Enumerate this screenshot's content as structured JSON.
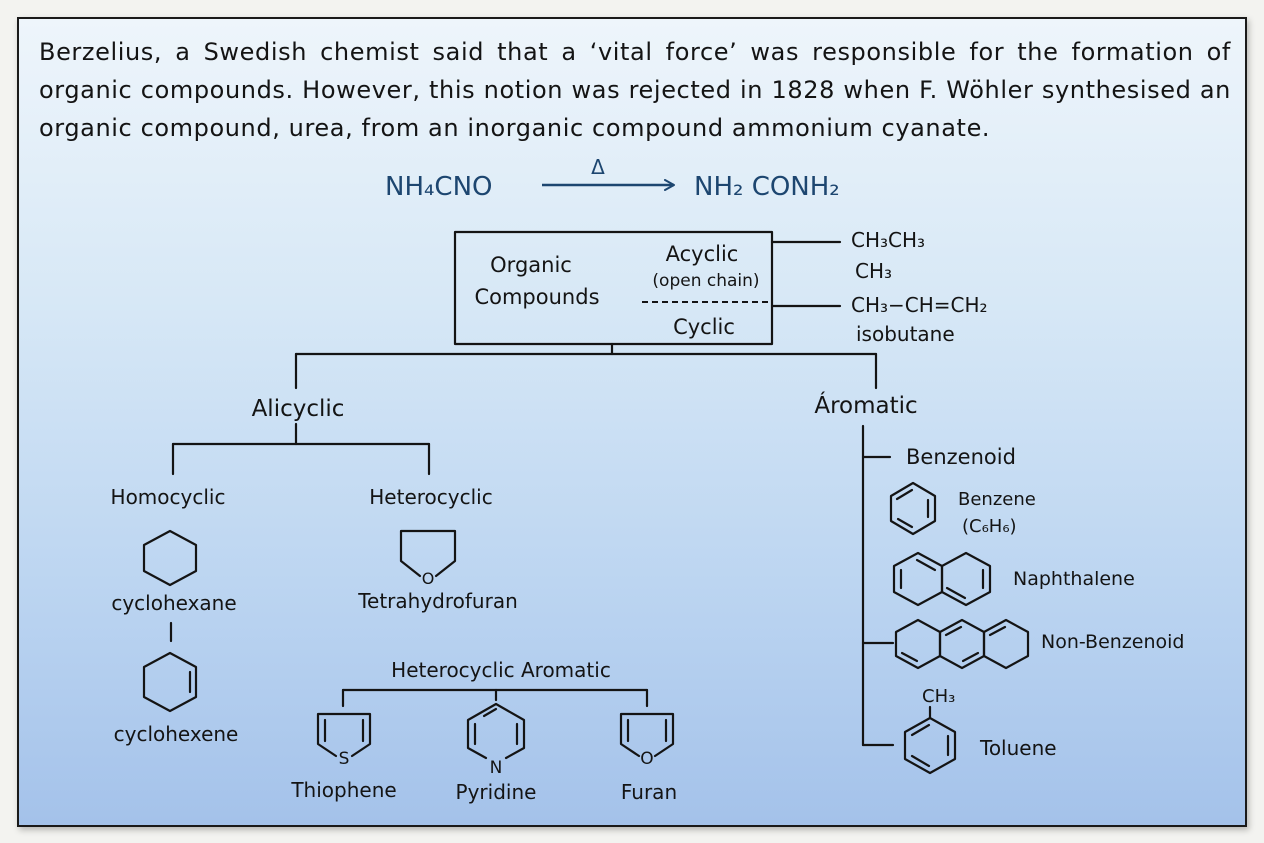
{
  "intro_text": "Berzelius, a Swedish chemist said that a ‘vital force’ was responsible for the formation of organic compounds. However, this notion was rejected in 1828 when F. Wöhler synthesised an organic compound, urea, from an inorganic compound ammonium cyanate.",
  "reaction": {
    "reactant": "NH₄CNO",
    "condition": "Δ",
    "product": "NH₂ CONH₂"
  },
  "classification": {
    "root_line1": "Organic",
    "root_line2": "Compounds",
    "acyclic": "Acyclic",
    "acyclic_sub": "(open chain)",
    "cyclic": "Cyclic",
    "acyclic_examples": [
      "CH₃CH₃",
      "CH₃",
      "CH₃−CH=CH₂",
      "isobutane"
    ],
    "alicyclic": {
      "label": "Alicyclic",
      "homocyclic": {
        "label": "Homocyclic",
        "examples": [
          "cyclohexane",
          "cyclohexene"
        ]
      },
      "heterocyclic": {
        "label": "Heterocyclic",
        "example": "Tetrahydrofuran",
        "ring_atom": "O"
      },
      "heterocyclic_aromatic": {
        "label": "Heterocyclic Aromatic",
        "examples": [
          {
            "name": "Thiophene",
            "atom": "S"
          },
          {
            "name": "Pyridine",
            "atom": "N"
          },
          {
            "name": "Furan",
            "atom": "O"
          }
        ]
      }
    },
    "aromatic": {
      "label": "Ármatic",
      "benzenoid": "Benzenoid",
      "benzene": "Benzene",
      "benzene_formula": "(C₆H₆)",
      "naphthalene": "Naphthalene",
      "non_benzenoid": "Non-Benzenoid",
      "toluene": "Toluene",
      "toluene_group": "CH₃"
    }
  }
}
